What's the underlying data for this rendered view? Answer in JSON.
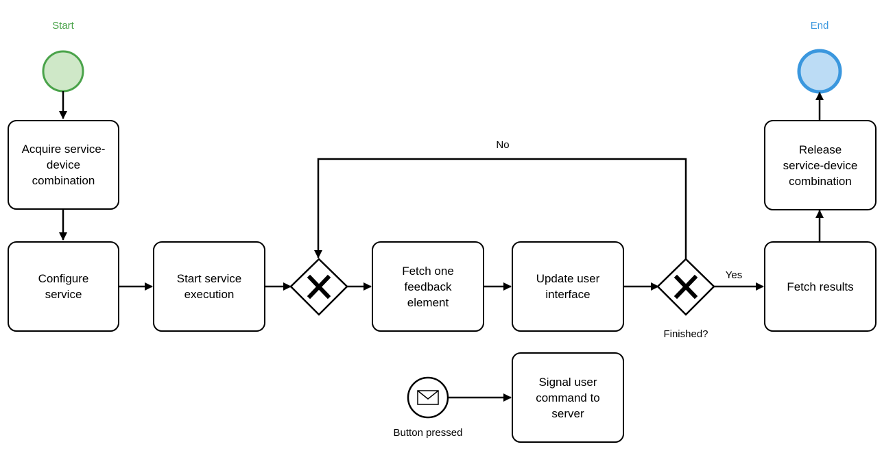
{
  "events": {
    "start_label": "Start",
    "end_label": "End",
    "message_label": "Button pressed"
  },
  "tasks": {
    "acquire": "Acquire service-\ndevice\ncombination",
    "configure": "Configure\nservice",
    "start_exec": "Start service\nexecution",
    "fetch_one": "Fetch one\nfeedback\nelement",
    "update_ui": "Update user\ninterface",
    "fetch_results": "Fetch results",
    "release": "Release\nservice-device\ncombination",
    "signal": "Signal user\ncommand to\nserver"
  },
  "gateways": {
    "finished_label": "Finished?",
    "marker": "X"
  },
  "flows": {
    "no_label": "No",
    "yes_label": "Yes"
  },
  "colors": {
    "start_fill": "#cfe8c8",
    "start_stroke": "#4aa34a",
    "end_fill": "#bcdcf5",
    "end_stroke": "#3a97de"
  },
  "icons": {
    "message": "envelope-icon"
  }
}
